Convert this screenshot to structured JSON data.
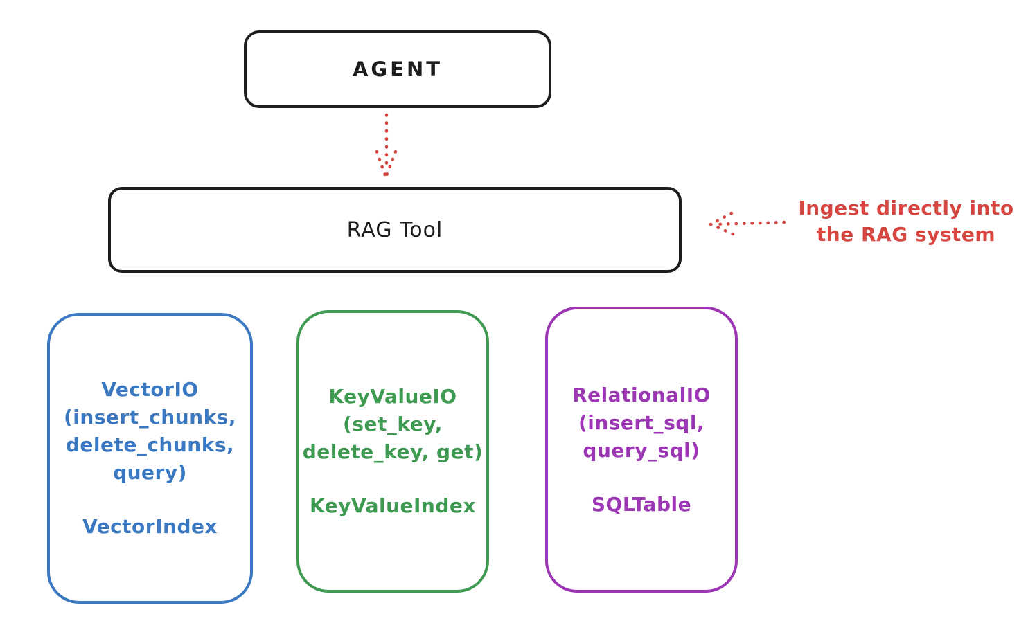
{
  "diagram": {
    "agent_box": {
      "label": "AGENT"
    },
    "rag_tool_box": {
      "label": "RAG Tool"
    },
    "annotation": {
      "line1": "Ingest directly into",
      "line2": "the RAG system"
    },
    "stores": [
      {
        "name": "vector-io",
        "color": "#3b78c2",
        "lines": [
          "VectorIO",
          "(insert_chunks,",
          "delete_chunks,",
          "query)"
        ],
        "index_label": "VectorIndex"
      },
      {
        "name": "keyvalue-io",
        "color": "#3d9a50",
        "lines": [
          "KeyValueIO",
          "(set_key,",
          "delete_key, get)"
        ],
        "index_label": "KeyValueIndex"
      },
      {
        "name": "relational-io",
        "color": "#9c36b5",
        "lines": [
          "RelationalIO",
          "(insert_sql,",
          "query_sql)"
        ],
        "index_label": "SQLTable"
      }
    ],
    "colors": {
      "ink": "#1e1e1e",
      "red": "#d64540",
      "blue": "#3b78c2",
      "green": "#3d9a50",
      "purple": "#9c36b5"
    }
  }
}
